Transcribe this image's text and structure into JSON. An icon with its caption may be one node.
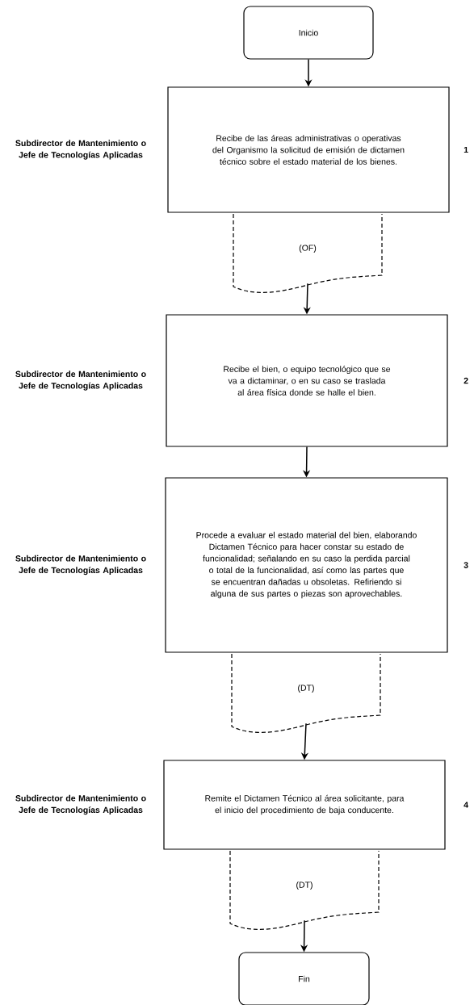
{
  "diagram": {
    "nodes": [
      {
        "text": [
          "Inicio"
        ]
      },
      {
        "text": [
          "Recibe de las áreas administrativas o operativas del Organismo la solicitud de emisión de dictamen técnico sobre el estado material de los bienes."
        ],
        "beside": [
          "Subdirector de Mantenimiento o Jefe de Tecnologías Aplicadas",
          "1"
        ]
      },
      {
        "text": [
          "(OF)"
        ]
      },
      {
        "text": [
          "Recibe el bien, o equipo tecnológico que se va a dictaminar, o en su caso se traslada al área física donde se halle el bien."
        ],
        "beside": [
          "Subdirector de Mantenimiento o Jefe de Tecnologías Aplicadas",
          "2"
        ]
      },
      {
        "text": [
          "Procede a evaluar el estado material del bien, elaborando Dictamen Técnico para hacer constar su estado de funcionalidad; señalando en su caso la perdida parcial o total de la funcionalidad, así como las partes que se encuentran dañadas u obsoletas. Refiriendo si alguna de sus partes o piezas son aprovechables."
        ],
        "beside": [
          "Subdirector de Mantenimiento o Jefe de Tecnologías Aplicadas",
          "3"
        ]
      },
      {
        "text": [
          "(DT)"
        ]
      },
      {
        "text": [
          "Remite el Dictamen Técnico al área solicitante, para el inicio del procedimiento de baja conducente."
        ],
        "beside": [
          "Subdirector de Mantenimiento o Jefe de Tecnologías Aplicadas",
          "4"
        ]
      },
      {
        "text": [
          "(DT)"
        ]
      },
      {
        "text": [
          "Fin"
        ]
      }
    ],
    "edges": [
      {
        "from": 0,
        "to": 1,
        "arrow": "to"
      },
      {
        "from": 2,
        "to": 3,
        "arrow": "to"
      },
      {
        "from": 3,
        "to": 4,
        "arrow": "to"
      },
      {
        "from": 5,
        "to": 6,
        "arrow": "to"
      },
      {
        "from": 7,
        "to": 8,
        "arrow": "to"
      }
    ]
  }
}
